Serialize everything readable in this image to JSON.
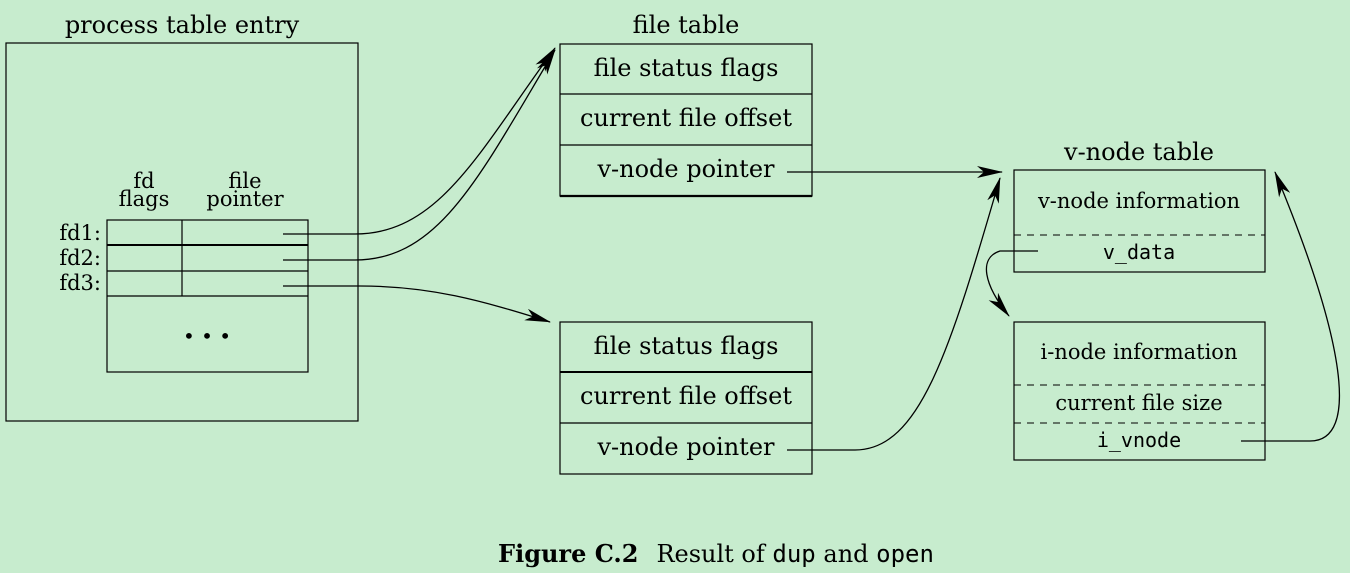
{
  "process": {
    "title": "process table entry",
    "col_fd_flags_1": "fd",
    "col_fd_flags_2": "flags",
    "col_file_ptr_1": "file",
    "col_file_ptr_2": "pointer",
    "fd1": "fd1:",
    "fd2": "fd2:",
    "fd3": "fd3:",
    "ellipsis": "• • •"
  },
  "file_table": {
    "title": "file table",
    "entry1": {
      "flags": "file status flags",
      "offset": "current file offset",
      "vnode_ptr": "v-node pointer"
    },
    "entry2": {
      "flags": "file status flags",
      "offset": "current file offset",
      "vnode_ptr": "v-node pointer"
    }
  },
  "vnode_table": {
    "title": "v-node table",
    "info": "v-node information",
    "v_data": "v_data"
  },
  "inode": {
    "info": "i-node information",
    "size": "current file size",
    "i_vnode": "i_vnode"
  },
  "caption": {
    "label": "Figure C.2",
    "text_a": "Result of ",
    "code_a": "dup",
    "text_b": " and ",
    "code_b": "open"
  }
}
